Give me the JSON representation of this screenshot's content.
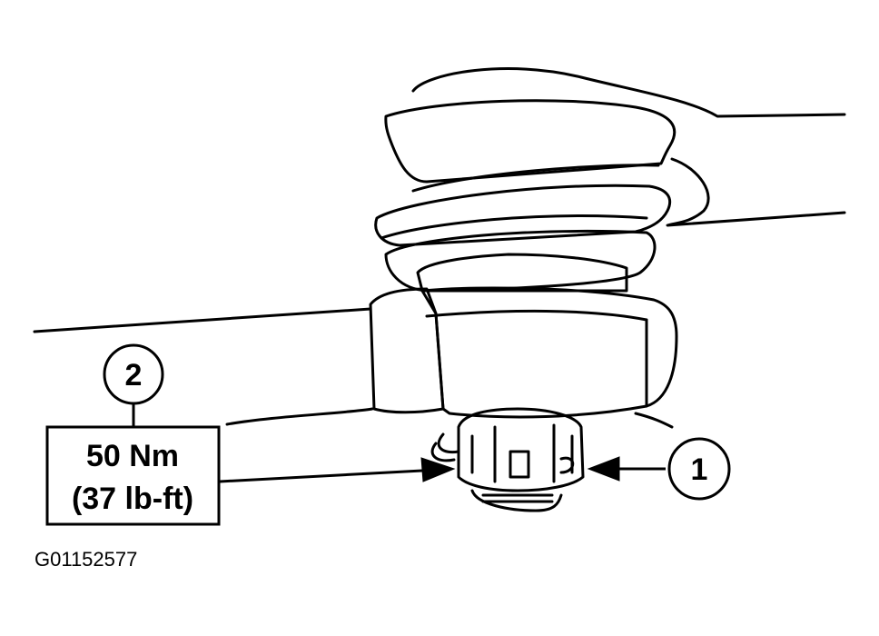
{
  "callouts": [
    {
      "id": "1"
    },
    {
      "id": "2"
    }
  ],
  "torque_spec": {
    "metric": "50 Nm",
    "imperial": "(37 lb-ft)"
  },
  "figure_id": "G01152577"
}
